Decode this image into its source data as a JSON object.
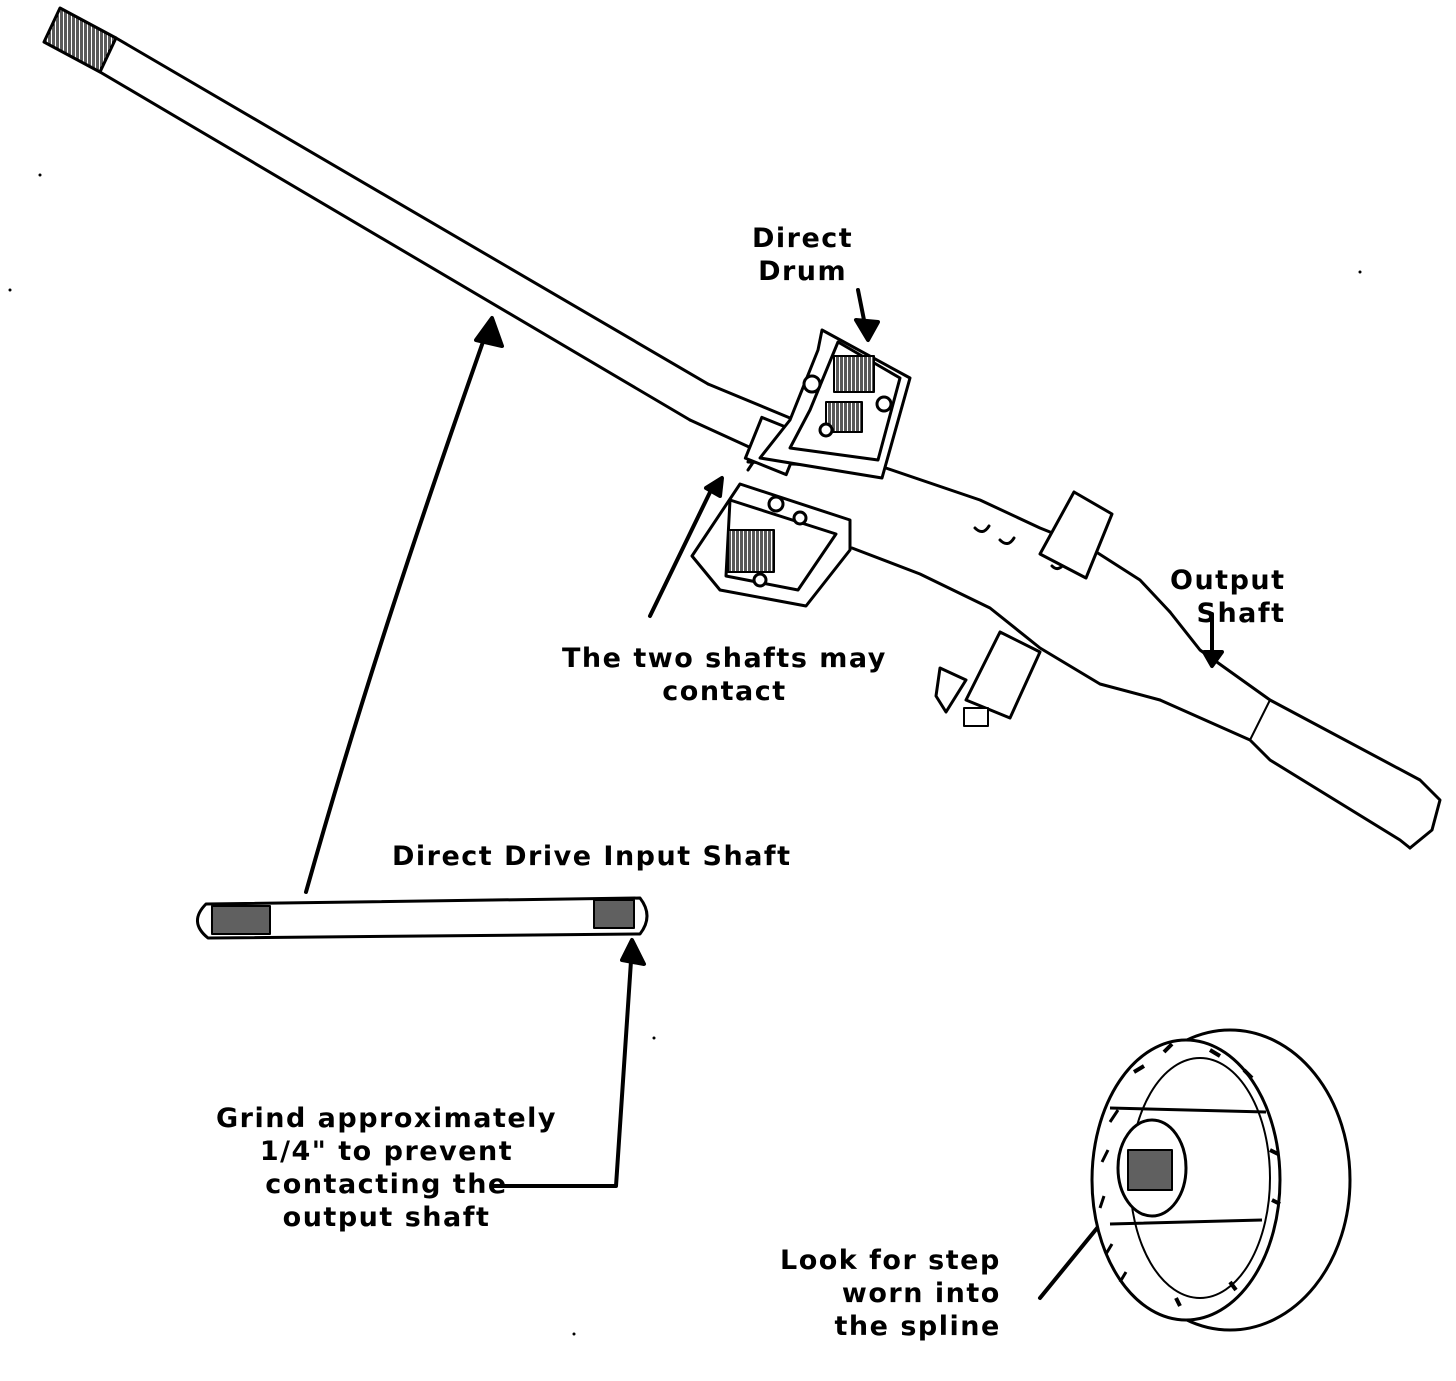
{
  "labels": {
    "direct_drum": [
      "Direct",
      "Drum"
    ],
    "output_shaft": [
      "Output",
      "Shaft"
    ],
    "shafts_contact": [
      "The two shafts may",
      "contact"
    ],
    "input_shaft": "Direct Drive Input Shaft",
    "grind_note": [
      "Grind approximately",
      "1/4\" to prevent",
      "contacting the",
      "output shaft"
    ],
    "spline_note": [
      "Look for step",
      "worn into",
      "the spline"
    ]
  },
  "colors": {
    "ink": "#000000",
    "paper": "#ffffff"
  }
}
